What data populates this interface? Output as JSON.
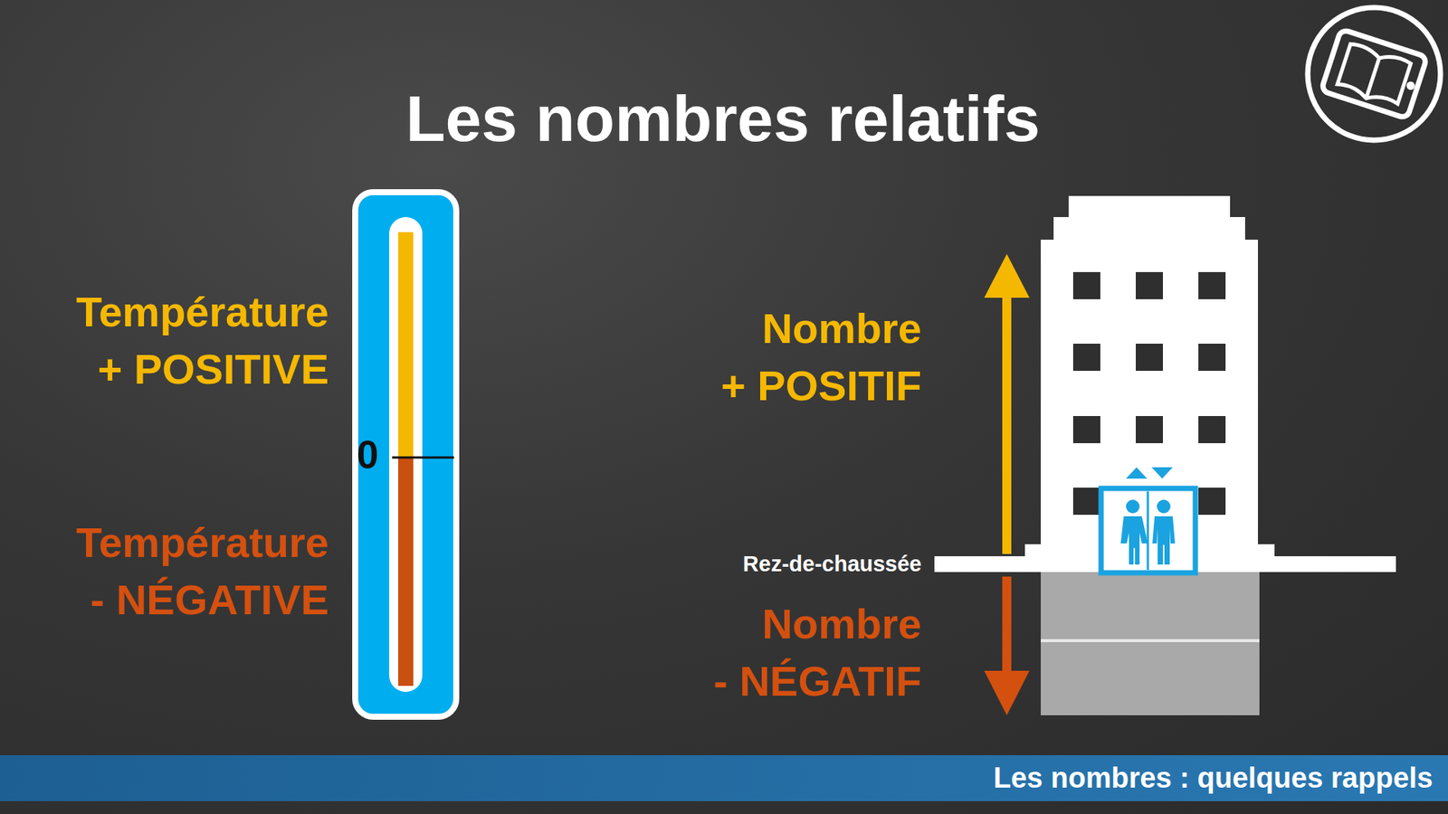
{
  "diagram": {
    "title": "Les nombres relatifs",
    "nodes": [
      {
        "text": [
          "0"
        ]
      },
      {
        "text": [
          "Les nombres : quelques rappels"
        ]
      }
    ],
    "labels": [
      "Température",
      "+ POSITIVE",
      "Température",
      "- NÉGATIVE",
      "Nombre",
      "+ POSITIF",
      "Rez-de-chaussée",
      "Nombre",
      "- NÉGATIF"
    ]
  }
}
